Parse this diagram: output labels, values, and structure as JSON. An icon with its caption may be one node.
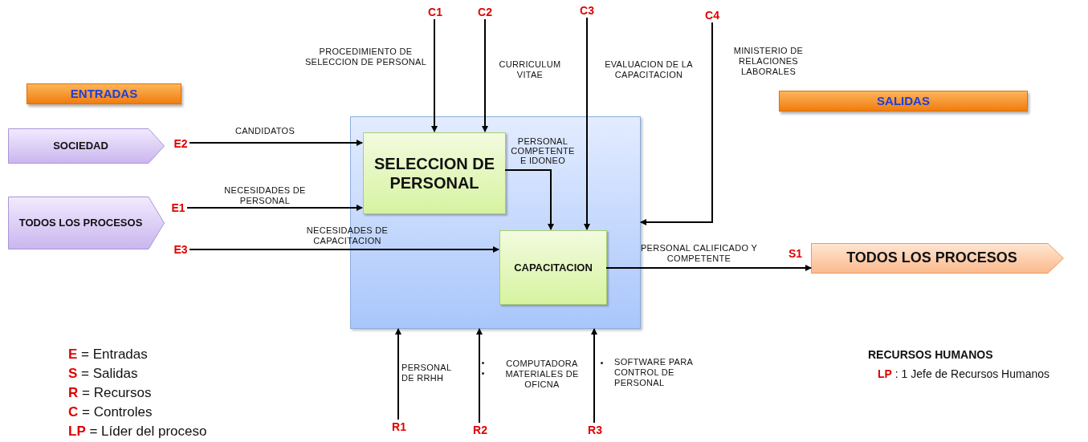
{
  "diagram": {
    "nodes": [
      {
        "text": [
          "C1"
        ]
      },
      {
        "text": [
          "C2"
        ]
      },
      {
        "text": [
          "C3"
        ]
      },
      {
        "text": [
          "C4"
        ]
      },
      {
        "text": [
          "ENTRADAS"
        ]
      },
      {
        "text": [
          "SALIDAS"
        ]
      },
      {
        "text": [
          "SOCIEDAD"
        ]
      },
      {
        "text": [
          "E2"
        ]
      },
      {
        "text": [
          "TODOS LOS PROCESOS"
        ]
      },
      {
        "text": [
          "E1"
        ]
      },
      {
        "text": [
          "E3"
        ]
      },
      {
        "text": [],
        "shape": "box"
      },
      {
        "text": [
          "SELECCION DE PERSONAL"
        ],
        "in": 11
      },
      {
        "text": [
          "CAPACITACION"
        ],
        "in": 11
      },
      {
        "text": [
          "TODOS LOS PROCESOS"
        ]
      },
      {
        "text": [
          "R1"
        ]
      },
      {
        "text": [
          "R2"
        ]
      },
      {
        "text": [
          "R3"
        ]
      }
    ],
    "edges": [
      {
        "from": 7,
        "to": 12,
        "arrow": "to",
        "label": "CANDIDATOS"
      },
      {
        "from": 9,
        "to": 12,
        "arrow": "to",
        "label": "NECESIDADES DE PERSONAL"
      },
      {
        "from": 10,
        "to": 13,
        "arrow": "to",
        "label": "NECESIDADES DE CAPACITACION"
      },
      {
        "from": 0,
        "to": 12,
        "arrow": "to",
        "label": "PROCEDIMIENTO DE SELECCION DE PERSONAL"
      },
      {
        "from": 1,
        "to": 12,
        "arrow": "to",
        "label": "CURRICULUM VITAE"
      },
      {
        "from": 2,
        "to": 13,
        "arrow": "to",
        "label": "EVALUACION DE LA CAPACITACION"
      },
      {
        "from": 3,
        "to": 11,
        "arrow": "to",
        "label": "MINISTERIO DE RELACIONES LABORALES"
      },
      {
        "from": 12,
        "to": 13,
        "arrow": "to",
        "label": "PERSONAL COMPETENTE E IDONEO"
      },
      {
        "from": 13,
        "to": 14,
        "arrow": "to",
        "label": "PERSONAL CALIFICADO Y COMPETENTE"
      },
      {
        "from": 15,
        "to": 11,
        "arrow": "to",
        "label": "PERSONAL DE RRHH"
      },
      {
        "from": 16,
        "to": 11,
        "arrow": "to",
        "label": "COMPUTADORA MATERIALES DE OFICNA"
      },
      {
        "from": 17,
        "to": 11,
        "arrow": "to",
        "label": "SOFTWARE PARA CONTROL DE PERSONAL"
      }
    ],
    "labels": [
      "S1",
      "**E** = Entradas",
      "**S** = Salidas",
      "**R** = Recursos",
      "**C** = Controles",
      "**LP** = Líder del proceso",
      "RECURSOS HUMANOS",
      "**LP** : 1 Jefe de Recursos Humanos"
    ]
  }
}
